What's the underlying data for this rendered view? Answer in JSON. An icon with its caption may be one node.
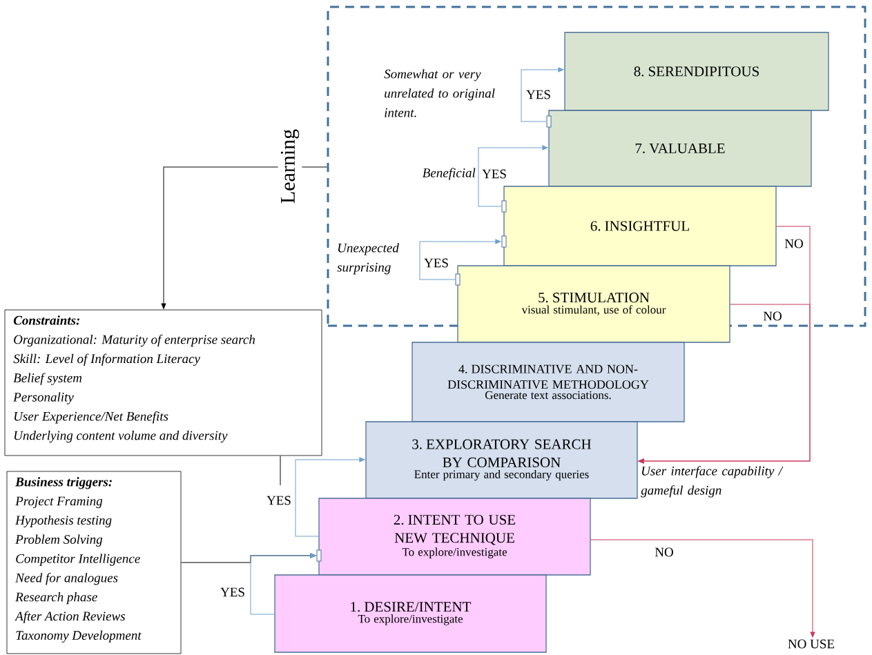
{
  "diagram": {
    "nodes": [
      {
        "text": [],
        "shape": "box"
      },
      {
        "text": [
          "8. SERENDIPITOUS"
        ],
        "in": 0
      },
      {
        "text": [
          "7. VALUABLE"
        ],
        "in": 0
      },
      {
        "text": [
          "6. INSIGHTFUL"
        ],
        "in": 0
      },
      {
        "text": [
          "5. STIMULATION",
          "visual stimulant, use of colour"
        ]
      },
      {
        "text": [
          "4. DISCRIMINATIVE AND NON-DISCRIMINATIVE METHODOLOGY",
          "Generate text associations."
        ]
      },
      {
        "text": [
          "Constraints:",
          "Organizational: Maturity of enterprise search",
          "Skill: Level of Information Literacy",
          "Belief system",
          "Personality",
          "User Experience/Net Benefits",
          "Underlying content volume and diversity"
        ]
      },
      {
        "text": [
          "3. EXPLORATORY SEARCH BY COMPARISON",
          "Enter primary and secondary queries"
        ]
      },
      {
        "text": [
          "Business triggers:",
          "Project Framing",
          "Hypothesis testing",
          "Problem Solving",
          "Competitor Intelligence",
          "Need for analogues",
          "Research phase",
          "After Action Reviews",
          "Taxonomy Development"
        ]
      },
      {
        "text": [
          "2. INTENT TO USE NEW TECHNIQUE",
          "To explore/investigate"
        ]
      },
      {
        "text": [
          "1. DESIRE/INTENT",
          "To explore/investigate"
        ]
      },
      {
        "text": [
          "NO USE"
        ]
      },
      {
        "text": [
          "Learning"
        ]
      }
    ],
    "edges": [
      {
        "from": 12,
        "to": 6,
        "arrow": "to",
        "color": "#000000"
      },
      {
        "from": 6,
        "to": null,
        "arrow": "none",
        "color": "#000000"
      },
      {
        "from": 8,
        "to": 9,
        "arrow": "to",
        "color": "#000000"
      },
      {
        "from": 10,
        "to": 9,
        "arrow": "to",
        "label": "YES"
      },
      {
        "from": 9,
        "to": 7,
        "arrow": "to",
        "label": "YES"
      },
      {
        "from": 4,
        "to": 3,
        "arrow": "to",
        "label": "YES"
      },
      {
        "from": 3,
        "to": 2,
        "arrow": "to",
        "label": "YES"
      },
      {
        "from": 2,
        "to": 1,
        "arrow": "to",
        "label": "YES"
      },
      {
        "from": 3,
        "to": 7,
        "arrow": "to",
        "label": "NO",
        "color": "#c8385a"
      },
      {
        "from": 4,
        "to": 7,
        "arrow": "to",
        "label": "NO",
        "color": "#c8385a"
      },
      {
        "from": 9,
        "to": 11,
        "arrow": "to",
        "label": "NO",
        "color": "#c8385a"
      },
      {
        "from": 0,
        "to": 12,
        "arrow": "none",
        "color": "#000000"
      }
    ],
    "labels": [
      "Somewhat or very unrelated to original intent.",
      "Beneficial",
      "Unexpected surprising",
      "User interface capability / gameful design"
    ]
  }
}
